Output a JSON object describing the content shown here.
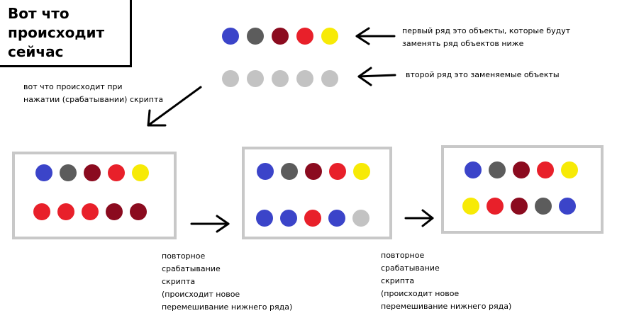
{
  "colors": {
    "blue": "#3b44c9",
    "darkgray": "#5c5c5c",
    "maroon": "#8b0b1f",
    "red": "#e8202a",
    "yellow": "#f7ea06",
    "lightgray": "#c3c3c3"
  },
  "title": "Вот что\nпроисходит\nсейчас",
  "top_rows": {
    "first_row": [
      "blue",
      "darkgray",
      "maroon",
      "red",
      "yellow"
    ],
    "second_row": [
      "lightgray",
      "lightgray",
      "lightgray",
      "lightgray",
      "lightgray"
    ]
  },
  "notes": {
    "first_row": "первый ряд это объекты, которые будут\nзаменять ряд объектов ниже",
    "second_row": "второй ряд это заменяемые объекты",
    "on_trigger": "вот что  происходит  при\nнажатии (срабатывании) скрипта",
    "repeat_1": "повторное\nсрабатывание\nскрипта\n(происходит новое\nперемешивание нижнего ряда)",
    "repeat_2": "повторное\nсрабатывание\nскрипта\n(происходит новое\nперемешивание нижнего ряда)"
  },
  "panels": [
    {
      "top": [
        "blue",
        "darkgray",
        "maroon",
        "red",
        "yellow"
      ],
      "bottom": [
        "red",
        "red",
        "red",
        "maroon",
        "maroon"
      ]
    },
    {
      "top": [
        "blue",
        "darkgray",
        "maroon",
        "red",
        "yellow"
      ],
      "bottom": [
        "blue",
        "blue",
        "red",
        "blue",
        "lightgray"
      ]
    },
    {
      "top": [
        "blue",
        "darkgray",
        "maroon",
        "red",
        "yellow"
      ],
      "bottom": [
        "yellow",
        "red",
        "maroon",
        "darkgray",
        "blue"
      ]
    }
  ]
}
